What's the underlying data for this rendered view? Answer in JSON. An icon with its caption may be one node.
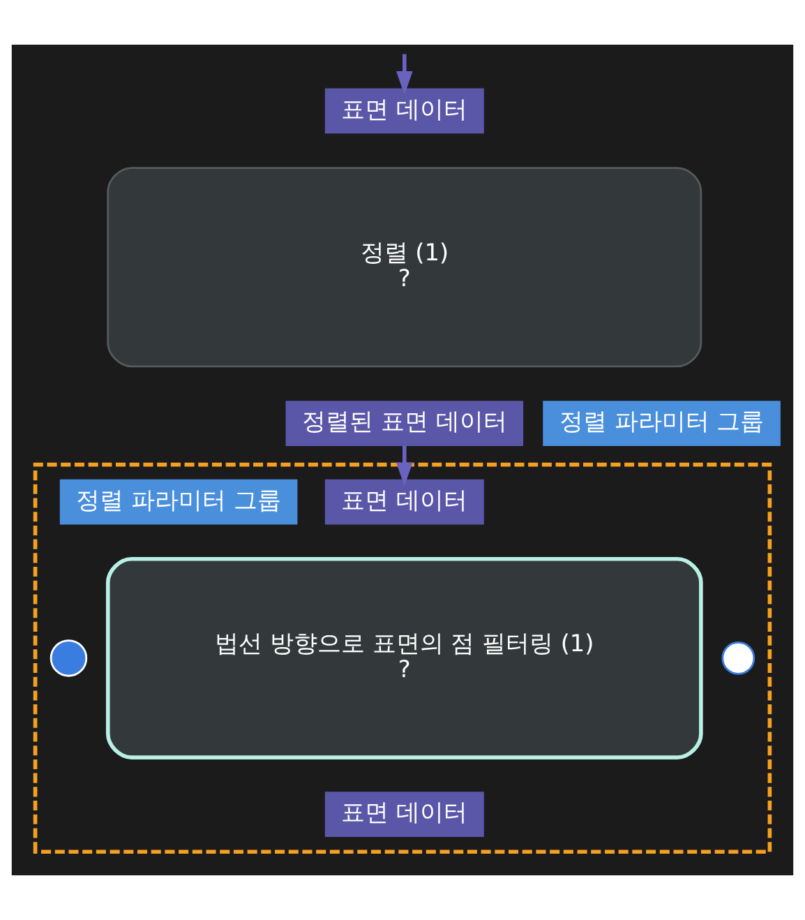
{
  "diagram": {
    "nodes": [
      {
        "text": [
          "표면 데이터"
        ]
      },
      {
        "text": [
          "정렬 (1)",
          "?"
        ]
      },
      {
        "text": [
          "정렬된 표면 데이터"
        ]
      },
      {
        "text": [
          "정렬 파라미터 그룹"
        ]
      },
      {
        "text": [],
        "shape": "box"
      },
      {
        "text": [
          "표면 데이터"
        ],
        "in": 4
      },
      {
        "text": [
          "정렬 파라미터 그룹"
        ],
        "in": 4
      },
      {
        "text": [],
        "shape": "circle",
        "in": 4
      },
      {
        "text": [
          "법선 방향으로 표면의 점 필터링 (1)",
          "?"
        ],
        "in": 4
      },
      {
        "text": [],
        "shape": "circle",
        "in": 4
      },
      {
        "text": [
          "표면 데이터"
        ],
        "in": 4
      }
    ],
    "edges": [
      {
        "from": null,
        "to": 0,
        "arrow": "to"
      },
      {
        "from": 2,
        "to": 5,
        "arrow": "to"
      }
    ]
  }
}
